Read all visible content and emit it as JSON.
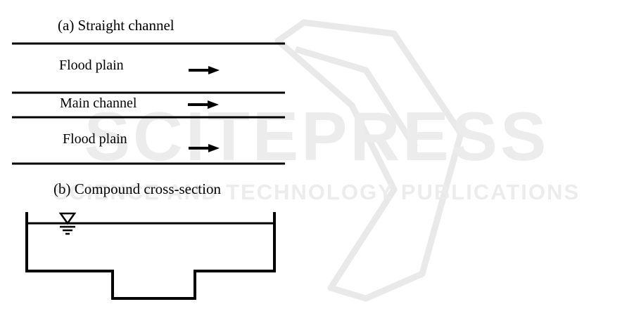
{
  "watermark": {
    "brand": "SCITEPRESS",
    "tagline": "SCIENCE AND TECHNOLOGY PUBLICATIONS",
    "color": "#e6e6e6"
  },
  "panel_a": {
    "title": "(a) Straight channel",
    "regions": [
      {
        "label": "Flood plain",
        "flow": "right"
      },
      {
        "label": "Main channel",
        "flow": "right"
      },
      {
        "label": "Flood plain",
        "flow": "right"
      }
    ]
  },
  "panel_b": {
    "title": "(b) Compound cross-section",
    "symbol": "water-surface-symbol"
  },
  "colors": {
    "ink": "#000000",
    "background": "#ffffff"
  }
}
